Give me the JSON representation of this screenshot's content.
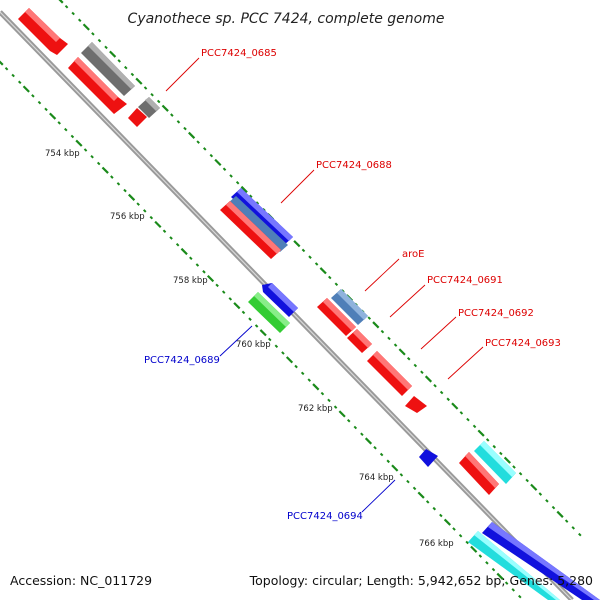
{
  "title": "Cyanothece sp. PCC 7424, complete genome",
  "footer": {
    "accession": "Accession: NC_011729",
    "topology": "Topology: circular; Length: 5,942,652 bp; Genes: 5,280"
  },
  "scale_labels": [
    "754 kbp",
    "756 kbp",
    "758 kbp",
    "760 kbp",
    "762 kbp",
    "764 kbp",
    "766 kbp"
  ],
  "gene_labels": [
    {
      "id": "g0685",
      "text": "PCC7424_0685",
      "color": "#dd0000"
    },
    {
      "id": "g0688",
      "text": "PCC7424_0688",
      "color": "#dd0000"
    },
    {
      "id": "aroE",
      "text": "aroE",
      "color": "#dd0000"
    },
    {
      "id": "g0691",
      "text": "PCC7424_0691",
      "color": "#dd0000"
    },
    {
      "id": "g0692",
      "text": "PCC7424_0692",
      "color": "#dd0000"
    },
    {
      "id": "g0693",
      "text": "PCC7424_0693",
      "color": "#dd0000"
    },
    {
      "id": "g0689",
      "text": "PCC7424_0689",
      "color": "#0000cc"
    },
    {
      "id": "g0694",
      "text": "PCC7424_0694",
      "color": "#0000cc"
    }
  ],
  "colors": {
    "backbone": "#8a8a8a",
    "ticks": "#1a8a1a",
    "red": "#ee1111",
    "gray": "#6e6e6e",
    "blue": "#1111dd",
    "steelblue": "#4f7fb8",
    "green": "#33cc33",
    "cyan": "#22dddd"
  }
}
